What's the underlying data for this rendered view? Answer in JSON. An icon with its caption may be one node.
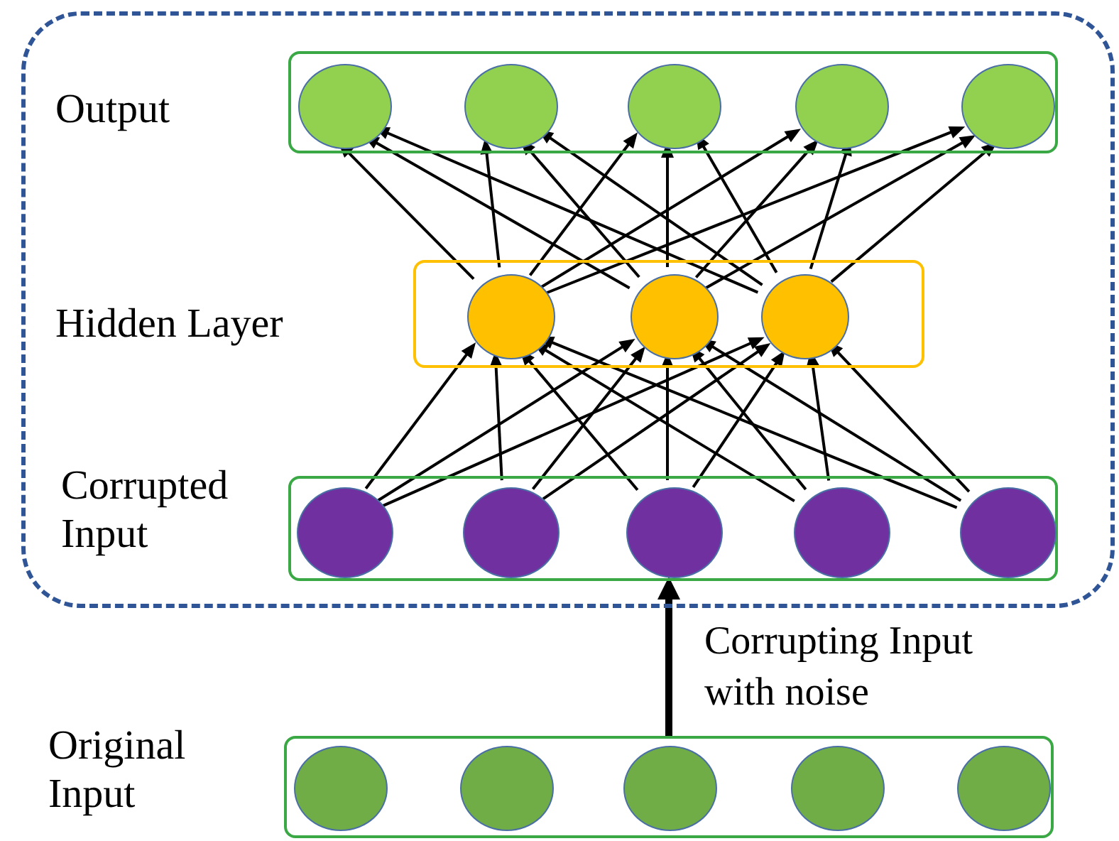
{
  "diagram": {
    "nodes": [
      {
        "text": [],
        "shape": "box"
      },
      {
        "text": [
          "Output"
        ],
        "in": 0
      },
      {
        "text": [],
        "shape": "circle",
        "in": 1
      },
      {
        "text": [],
        "shape": "circle",
        "in": 1
      },
      {
        "text": [],
        "shape": "circle",
        "in": 1
      },
      {
        "text": [],
        "shape": "circle",
        "in": 1
      },
      {
        "text": [],
        "shape": "circle",
        "in": 1
      },
      {
        "text": [
          "Hidden Layer"
        ],
        "in": 0
      },
      {
        "text": [],
        "shape": "circle",
        "in": 7
      },
      {
        "text": [],
        "shape": "circle",
        "in": 7
      },
      {
        "text": [],
        "shape": "circle",
        "in": 7
      },
      {
        "text": [
          "Corrupted Input"
        ],
        "in": 0
      },
      {
        "text": [],
        "shape": "circle",
        "in": 11
      },
      {
        "text": [],
        "shape": "circle",
        "in": 11
      },
      {
        "text": [],
        "shape": "circle",
        "in": 11
      },
      {
        "text": [],
        "shape": "circle",
        "in": 11
      },
      {
        "text": [],
        "shape": "circle",
        "in": 11
      },
      {
        "text": [
          "Original Input"
        ]
      },
      {
        "text": [],
        "shape": "circle",
        "in": 17
      },
      {
        "text": [],
        "shape": "circle",
        "in": 17
      },
      {
        "text": [],
        "shape": "circle",
        "in": 17
      },
      {
        "text": [],
        "shape": "circle",
        "in": 17
      },
      {
        "text": [],
        "shape": "circle",
        "in": 17
      }
    ],
    "edges": [
      {
        "from": 12,
        "to": 8,
        "arrow": "to"
      },
      {
        "from": 12,
        "to": 9,
        "arrow": "to"
      },
      {
        "from": 12,
        "to": 10,
        "arrow": "to"
      },
      {
        "from": 13,
        "to": 8,
        "arrow": "to"
      },
      {
        "from": 13,
        "to": 9,
        "arrow": "to"
      },
      {
        "from": 13,
        "to": 10,
        "arrow": "to"
      },
      {
        "from": 14,
        "to": 8,
        "arrow": "to"
      },
      {
        "from": 14,
        "to": 9,
        "arrow": "to"
      },
      {
        "from": 14,
        "to": 10,
        "arrow": "to"
      },
      {
        "from": 15,
        "to": 8,
        "arrow": "to"
      },
      {
        "from": 15,
        "to": 9,
        "arrow": "to"
      },
      {
        "from": 15,
        "to": 10,
        "arrow": "to"
      },
      {
        "from": 16,
        "to": 8,
        "arrow": "to"
      },
      {
        "from": 16,
        "to": 9,
        "arrow": "to"
      },
      {
        "from": 16,
        "to": 10,
        "arrow": "to"
      },
      {
        "from": 8,
        "to": 2,
        "arrow": "to"
      },
      {
        "from": 8,
        "to": 3,
        "arrow": "to"
      },
      {
        "from": 8,
        "to": 4,
        "arrow": "to"
      },
      {
        "from": 8,
        "to": 5,
        "arrow": "to"
      },
      {
        "from": 8,
        "to": 6,
        "arrow": "to"
      },
      {
        "from": 9,
        "to": 2,
        "arrow": "to"
      },
      {
        "from": 9,
        "to": 3,
        "arrow": "to"
      },
      {
        "from": 9,
        "to": 4,
        "arrow": "to"
      },
      {
        "from": 9,
        "to": 5,
        "arrow": "to"
      },
      {
        "from": 9,
        "to": 6,
        "arrow": "to"
      },
      {
        "from": 10,
        "to": 2,
        "arrow": "to"
      },
      {
        "from": 10,
        "to": 3,
        "arrow": "to"
      },
      {
        "from": 10,
        "to": 4,
        "arrow": "to"
      },
      {
        "from": 10,
        "to": 5,
        "arrow": "to"
      },
      {
        "from": 10,
        "to": 6,
        "arrow": "to"
      },
      {
        "from": 17,
        "to": 11,
        "arrow": "to",
        "label": "Corrupting Input with noise",
        "style": "thick"
      }
    ]
  }
}
